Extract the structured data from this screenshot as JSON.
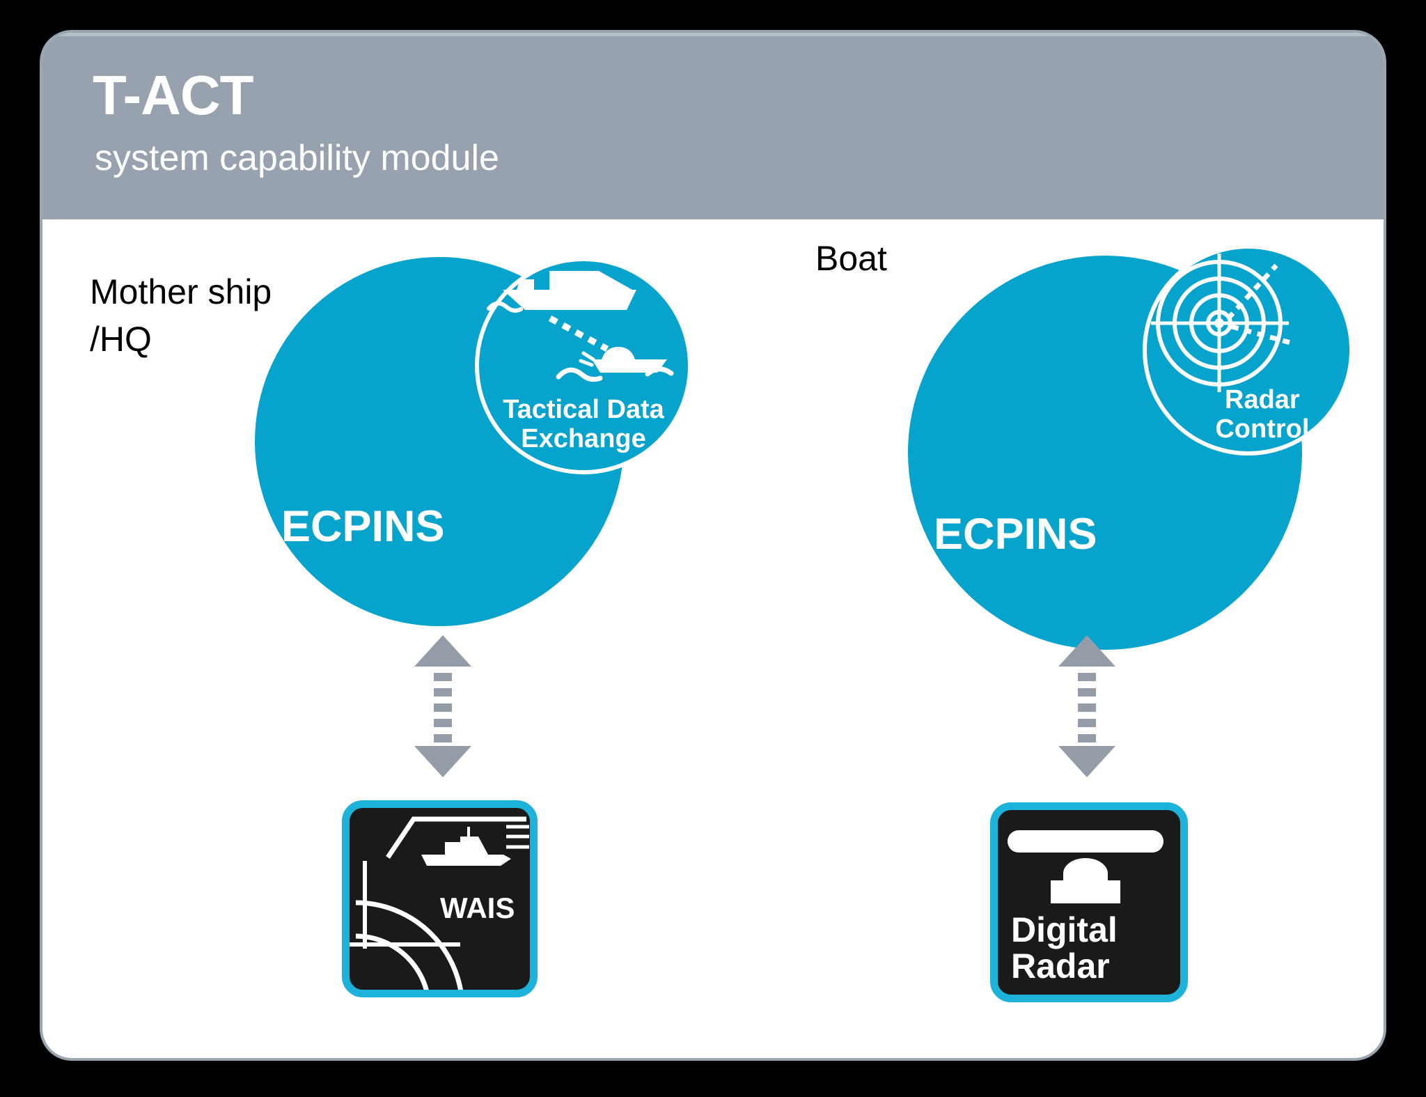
{
  "header": {
    "title": "T-ACT",
    "subtitle": "system capability module"
  },
  "left": {
    "label_lines": [
      "Mother ship",
      "/HQ"
    ],
    "system": "ECPINS",
    "capability": {
      "lines": [
        "Tactical Data",
        "Exchange"
      ],
      "icon": "ships-tactical-data-link-icon"
    },
    "connector": "dashed-double-arrow",
    "device": {
      "label_lines": [
        "WAIS"
      ],
      "icon": "ais-chart-ship-icon"
    }
  },
  "right": {
    "label_lines": [
      "Boat"
    ],
    "system": "ECPINS",
    "capability": {
      "lines": [
        "Radar",
        "Control"
      ],
      "icon": "radar-scope-icon"
    },
    "connector": "dashed-double-arrow",
    "device": {
      "label_lines": [
        "Digital",
        "Radar"
      ],
      "icon": "radar-antenna-icon"
    }
  },
  "colors": {
    "accent_cyan": "#06a3cc",
    "device_border_cyan": "#1db2da",
    "header_gray": "#98a2ae",
    "header_highlight": "#b7bfc9",
    "connector_gray": "#939ca7",
    "card_border_gray": "#9aa5b2",
    "device_background": "#1a1a1a",
    "canvas_black": "#000000",
    "text_light": "#ffffff",
    "text_dark": "#000000"
  }
}
